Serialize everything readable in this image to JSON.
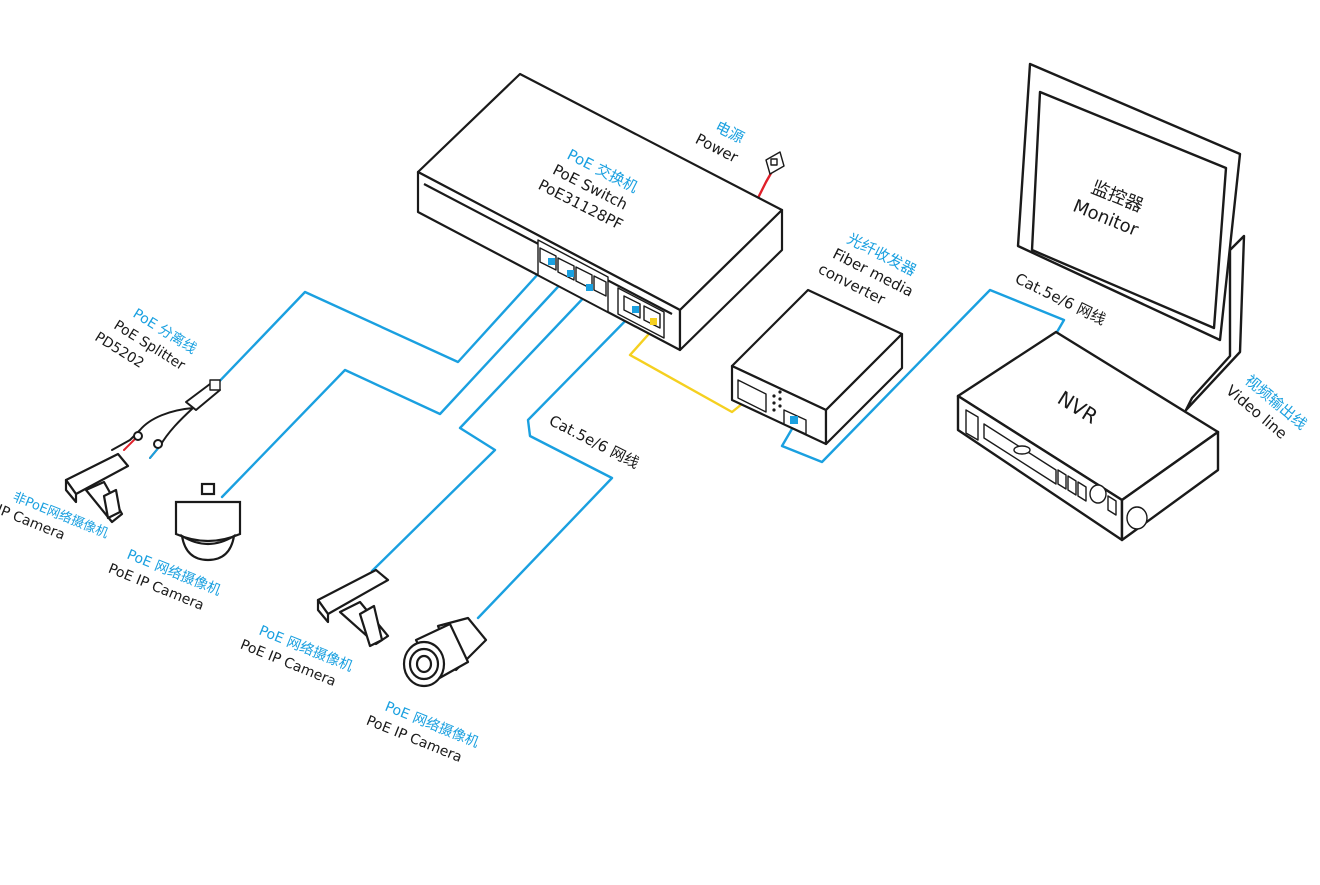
{
  "colors": {
    "cable_blue": "#1aa0e0",
    "cable_yellow": "#f5d020",
    "power_red": "#e0202a",
    "outline": "#1a1a1a",
    "label_blue": "#1aa0e0",
    "label_black": "#1a1a1a"
  },
  "switch": {
    "name_cn": "PoE 交换机",
    "name_en": "PoE Switch",
    "model": "PoE31128PF"
  },
  "power": {
    "cn": "电源",
    "en": "Power"
  },
  "fiber": {
    "cn": "光纤收发器",
    "en1": "Fiber media",
    "en2": "converter"
  },
  "monitor": {
    "cn": "监控器",
    "en": "Monitor"
  },
  "nvr": {
    "label": "NVR"
  },
  "video_line": {
    "cn": "视频输出线",
    "en": "Video line"
  },
  "cable_right": {
    "label": "Cat.5e/6 网线"
  },
  "cable_bottom": {
    "label": "Cat.5e/6 网线"
  },
  "splitter": {
    "cn": "PoE 分离线",
    "en": "PoE Splitter",
    "model": "PD5202"
  },
  "cameras": [
    {
      "cn": "非PoE网络摄像机",
      "en": "IP Camera"
    },
    {
      "cn": "PoE 网络摄像机",
      "en": "PoE IP Camera"
    },
    {
      "cn": "PoE 网络摄像机",
      "en": "PoE IP Camera"
    },
    {
      "cn": "PoE 网络摄像机",
      "en": "PoE IP Camera"
    }
  ]
}
